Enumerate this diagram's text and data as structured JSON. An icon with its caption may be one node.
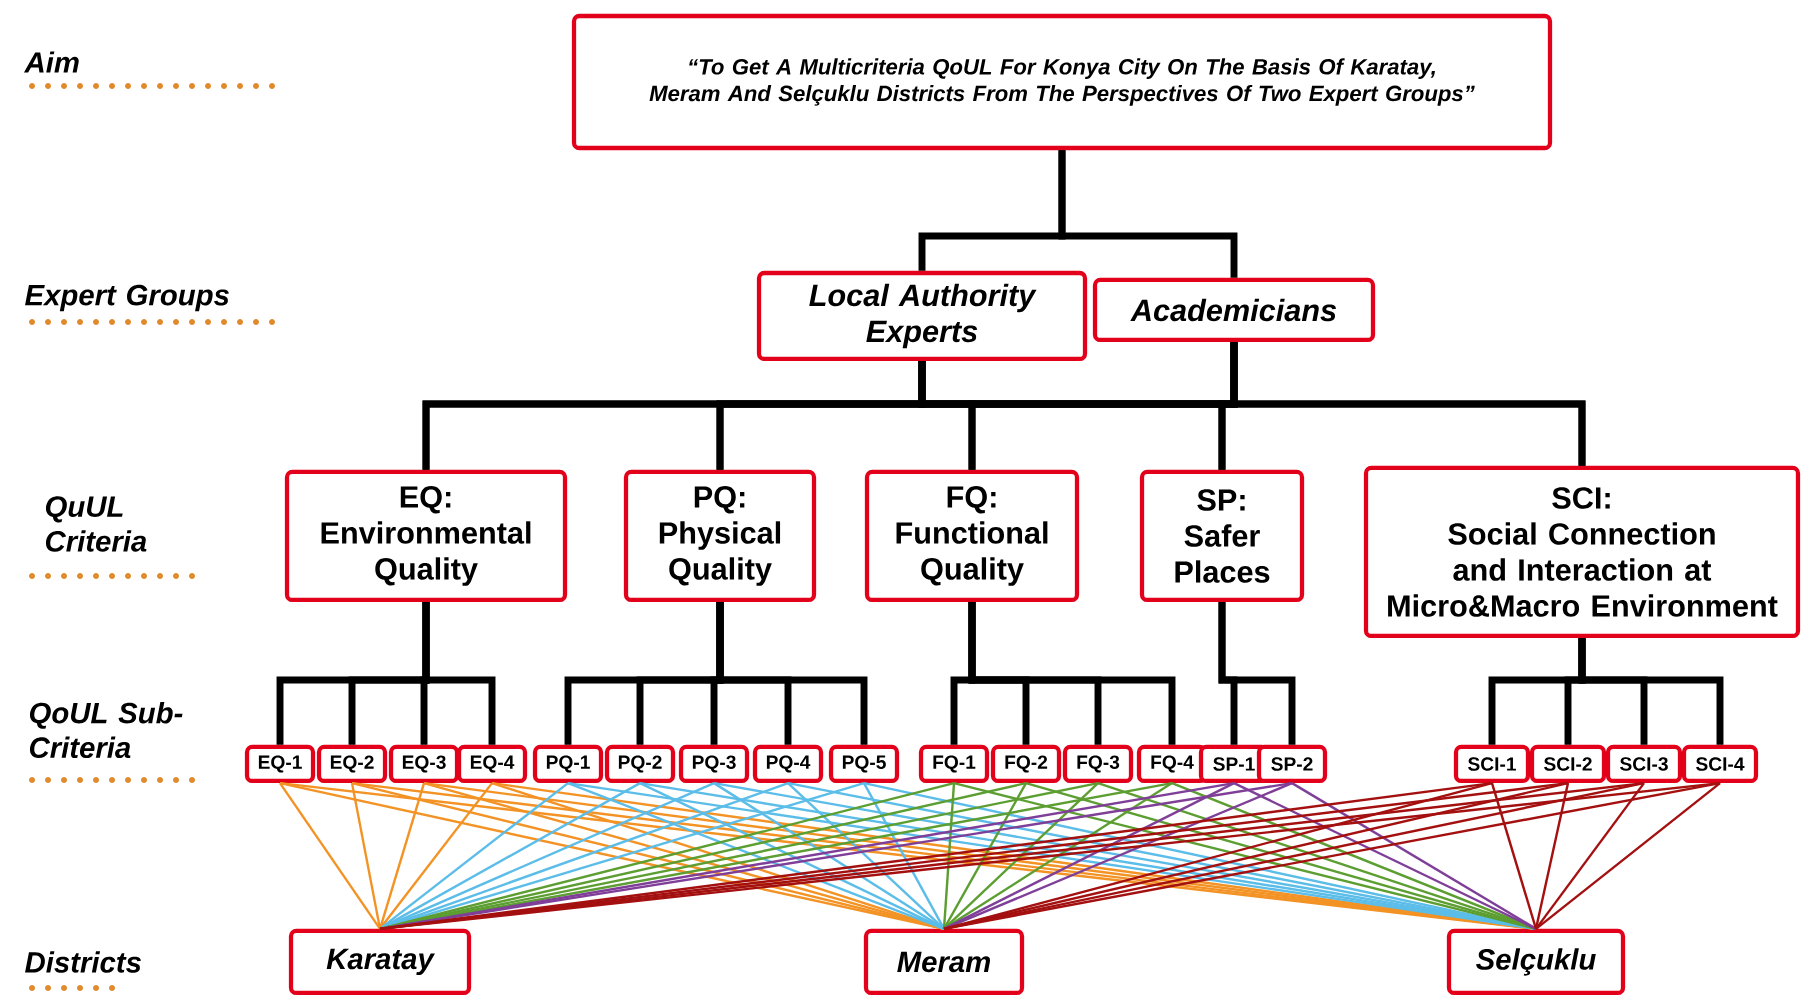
{
  "diagram": {
    "nodes": [
      {
        "text": [
          "“To Get A Multicriteria QoUL For Konya City On The Basis Of Karatay, Meram And Selçuklu Districts From The Perspectives Of Two Expert Groups”"
        ]
      },
      {
        "text": [
          "Local Authority Experts"
        ]
      },
      {
        "text": [
          "Academicians"
        ]
      },
      {
        "text": [
          "EQ:",
          "Environmental Quality"
        ]
      },
      {
        "text": [
          "PQ:",
          "Physical Quality"
        ]
      },
      {
        "text": [
          "FQ:",
          "Functional Quality"
        ]
      },
      {
        "text": [
          "SP:",
          "Safer Places"
        ]
      },
      {
        "text": [
          "SCI:",
          "Social Connection and Interaction at Micro&Macro Environment"
        ]
      },
      {
        "text": [
          "EQ-1"
        ]
      },
      {
        "text": [
          "EQ-2"
        ]
      },
      {
        "text": [
          "EQ-3"
        ]
      },
      {
        "text": [
          "EQ-4"
        ]
      },
      {
        "text": [
          "PQ-1"
        ]
      },
      {
        "text": [
          "PQ-2"
        ]
      },
      {
        "text": [
          "PQ-3"
        ]
      },
      {
        "text": [
          "PQ-4"
        ]
      },
      {
        "text": [
          "PQ-5"
        ]
      },
      {
        "text": [
          "FQ-1"
        ]
      },
      {
        "text": [
          "FQ-2"
        ]
      },
      {
        "text": [
          "FQ-3"
        ]
      },
      {
        "text": [
          "FQ-4"
        ]
      },
      {
        "text": [
          "SP-1"
        ]
      },
      {
        "text": [
          "SP-2"
        ]
      },
      {
        "text": [
          "SCI-1"
        ]
      },
      {
        "text": [
          "SCI-2"
        ]
      },
      {
        "text": [
          "SCI-3"
        ]
      },
      {
        "text": [
          "SCI-4"
        ]
      },
      {
        "text": [
          "Karatay"
        ]
      },
      {
        "text": [
          "Meram"
        ]
      },
      {
        "text": [
          "Selçuklu"
        ]
      }
    ],
    "edges": [
      {
        "from": 0,
        "to": 1,
        "arrow": "none",
        "style": "thick"
      },
      {
        "from": 0,
        "to": 2,
        "arrow": "none",
        "style": "thick"
      },
      {
        "from": 1,
        "to": 3,
        "arrow": "none",
        "style": "thick"
      },
      {
        "from": 1,
        "to": 4,
        "arrow": "none",
        "style": "thick"
      },
      {
        "from": 1,
        "to": 5,
        "arrow": "none",
        "style": "thick"
      },
      {
        "from": 1,
        "to": 6,
        "arrow": "none",
        "style": "thick"
      },
      {
        "from": 1,
        "to": 7,
        "arrow": "none",
        "style": "thick"
      },
      {
        "from": 2,
        "to": 3,
        "arrow": "none",
        "style": "thick"
      },
      {
        "from": 2,
        "to": 4,
        "arrow": "none",
        "style": "thick"
      },
      {
        "from": 2,
        "to": 5,
        "arrow": "none",
        "style": "thick"
      },
      {
        "from": 2,
        "to": 6,
        "arrow": "none",
        "style": "thick"
      },
      {
        "from": 2,
        "to": 7,
        "arrow": "none",
        "style": "thick"
      },
      {
        "from": 3,
        "to": 8,
        "arrow": "none",
        "style": "thick"
      },
      {
        "from": 3,
        "to": 9,
        "arrow": "none",
        "style": "thick"
      },
      {
        "from": 3,
        "to": 10,
        "arrow": "none",
        "style": "thick"
      },
      {
        "from": 3,
        "to": 11,
        "arrow": "none",
        "style": "thick"
      },
      {
        "from": 4,
        "to": 12,
        "arrow": "none",
        "style": "thick"
      },
      {
        "from": 4,
        "to": 13,
        "arrow": "none",
        "style": "thick"
      },
      {
        "from": 4,
        "to": 14,
        "arrow": "none",
        "style": "thick"
      },
      {
        "from": 4,
        "to": 15,
        "arrow": "none",
        "style": "thick"
      },
      {
        "from": 4,
        "to": 16,
        "arrow": "none",
        "style": "thick"
      },
      {
        "from": 5,
        "to": 17,
        "arrow": "none",
        "style": "thick"
      },
      {
        "from": 5,
        "to": 18,
        "arrow": "none",
        "style": "thick"
      },
      {
        "from": 5,
        "to": 19,
        "arrow": "none",
        "style": "thick"
      },
      {
        "from": 5,
        "to": 20,
        "arrow": "none",
        "style": "thick"
      },
      {
        "from": 6,
        "to": 21,
        "arrow": "none",
        "style": "thick"
      },
      {
        "from": 6,
        "to": 22,
        "arrow": "none",
        "style": "thick"
      },
      {
        "from": 7,
        "to": 23,
        "arrow": "none",
        "style": "thick"
      },
      {
        "from": 7,
        "to": 24,
        "arrow": "none",
        "style": "thick"
      },
      {
        "from": 7,
        "to": 25,
        "arrow": "none",
        "style": "thick"
      },
      {
        "from": 7,
        "to": 26,
        "arrow": "none",
        "style": "thick"
      },
      {
        "from": 8,
        "to": 27,
        "arrow": "none",
        "color": "#f39325"
      },
      {
        "from": 8,
        "to": 28,
        "arrow": "none",
        "color": "#f39325"
      },
      {
        "from": 8,
        "to": 29,
        "arrow": "none",
        "color": "#f39325"
      },
      {
        "from": 9,
        "to": 27,
        "arrow": "none",
        "color": "#f39325"
      },
      {
        "from": 9,
        "to": 28,
        "arrow": "none",
        "color": "#f39325"
      },
      {
        "from": 9,
        "to": 29,
        "arrow": "none",
        "color": "#f39325"
      },
      {
        "from": 10,
        "to": 27,
        "arrow": "none",
        "color": "#f39325"
      },
      {
        "from": 10,
        "to": 28,
        "arrow": "none",
        "color": "#f39325"
      },
      {
        "from": 10,
        "to": 29,
        "arrow": "none",
        "color": "#f39325"
      },
      {
        "from": 11,
        "to": 27,
        "arrow": "none",
        "color": "#f39325"
      },
      {
        "from": 11,
        "to": 28,
        "arrow": "none",
        "color": "#f39325"
      },
      {
        "from": 11,
        "to": 29,
        "arrow": "none",
        "color": "#f39325"
      },
      {
        "from": 12,
        "to": 27,
        "arrow": "none",
        "color": "#5bbde8"
      },
      {
        "from": 12,
        "to": 28,
        "arrow": "none",
        "color": "#5bbde8"
      },
      {
        "from": 12,
        "to": 29,
        "arrow": "none",
        "color": "#5bbde8"
      },
      {
        "from": 13,
        "to": 27,
        "arrow": "none",
        "color": "#5bbde8"
      },
      {
        "from": 13,
        "to": 28,
        "arrow": "none",
        "color": "#5bbde8"
      },
      {
        "from": 13,
        "to": 29,
        "arrow": "none",
        "color": "#5bbde8"
      },
      {
        "from": 14,
        "to": 27,
        "arrow": "none",
        "color": "#5bbde8"
      },
      {
        "from": 14,
        "to": 28,
        "arrow": "none",
        "color": "#5bbde8"
      },
      {
        "from": 14,
        "to": 29,
        "arrow": "none",
        "color": "#5bbde8"
      },
      {
        "from": 15,
        "to": 27,
        "arrow": "none",
        "color": "#5bbde8"
      },
      {
        "from": 15,
        "to": 28,
        "arrow": "none",
        "color": "#5bbde8"
      },
      {
        "from": 15,
        "to": 29,
        "arrow": "none",
        "color": "#5bbde8"
      },
      {
        "from": 16,
        "to": 27,
        "arrow": "none",
        "color": "#5bbde8"
      },
      {
        "from": 16,
        "to": 28,
        "arrow": "none",
        "color": "#5bbde8"
      },
      {
        "from": 16,
        "to": 29,
        "arrow": "none",
        "color": "#5bbde8"
      },
      {
        "from": 17,
        "to": 27,
        "arrow": "none",
        "color": "#5c9e31"
      },
      {
        "from": 17,
        "to": 28,
        "arrow": "none",
        "color": "#5c9e31"
      },
      {
        "from": 17,
        "to": 29,
        "arrow": "none",
        "color": "#5c9e31"
      },
      {
        "from": 18,
        "to": 27,
        "arrow": "none",
        "color": "#5c9e31"
      },
      {
        "from": 18,
        "to": 28,
        "arrow": "none",
        "color": "#5c9e31"
      },
      {
        "from": 18,
        "to": 29,
        "arrow": "none",
        "color": "#5c9e31"
      },
      {
        "from": 19,
        "to": 27,
        "arrow": "none",
        "color": "#5c9e31"
      },
      {
        "from": 19,
        "to": 28,
        "arrow": "none",
        "color": "#5c9e31"
      },
      {
        "from": 19,
        "to": 29,
        "arrow": "none",
        "color": "#5c9e31"
      },
      {
        "from": 20,
        "to": 27,
        "arrow": "none",
        "color": "#5c9e31"
      },
      {
        "from": 20,
        "to": 28,
        "arrow": "none",
        "color": "#5c9e31"
      },
      {
        "from": 20,
        "to": 29,
        "arrow": "none",
        "color": "#5c9e31"
      },
      {
        "from": 21,
        "to": 27,
        "arrow": "none",
        "color": "#7f3f98"
      },
      {
        "from": 21,
        "to": 28,
        "arrow": "none",
        "color": "#7f3f98"
      },
      {
        "from": 21,
        "to": 29,
        "arrow": "none",
        "color": "#7f3f98"
      },
      {
        "from": 22,
        "to": 27,
        "arrow": "none",
        "color": "#7f3f98"
      },
      {
        "from": 22,
        "to": 28,
        "arrow": "none",
        "color": "#7f3f98"
      },
      {
        "from": 22,
        "to": 29,
        "arrow": "none",
        "color": "#7f3f98"
      },
      {
        "from": 23,
        "to": 27,
        "arrow": "none",
        "color": "#a3100f"
      },
      {
        "from": 23,
        "to": 28,
        "arrow": "none",
        "color": "#a3100f"
      },
      {
        "from": 23,
        "to": 29,
        "arrow": "none",
        "color": "#a3100f"
      },
      {
        "from": 24,
        "to": 27,
        "arrow": "none",
        "color": "#a3100f"
      },
      {
        "from": 24,
        "to": 28,
        "arrow": "none",
        "color": "#a3100f"
      },
      {
        "from": 24,
        "to": 29,
        "arrow": "none",
        "color": "#a3100f"
      },
      {
        "from": 25,
        "to": 27,
        "arrow": "none",
        "color": "#a3100f"
      },
      {
        "from": 25,
        "to": 28,
        "arrow": "none",
        "color": "#a3100f"
      },
      {
        "from": 25,
        "to": 29,
        "arrow": "none",
        "color": "#a3100f"
      },
      {
        "from": 26,
        "to": 27,
        "arrow": "none",
        "color": "#a3100f"
      },
      {
        "from": 26,
        "to": 28,
        "arrow": "none",
        "color": "#a3100f"
      },
      {
        "from": 26,
        "to": 29,
        "arrow": "none",
        "color": "#a3100f"
      }
    ],
    "labels": [
      "Aim",
      "Expert Groups",
      "QuUL Criteria",
      "QoUL Sub-Criteria",
      "Districts"
    ]
  }
}
